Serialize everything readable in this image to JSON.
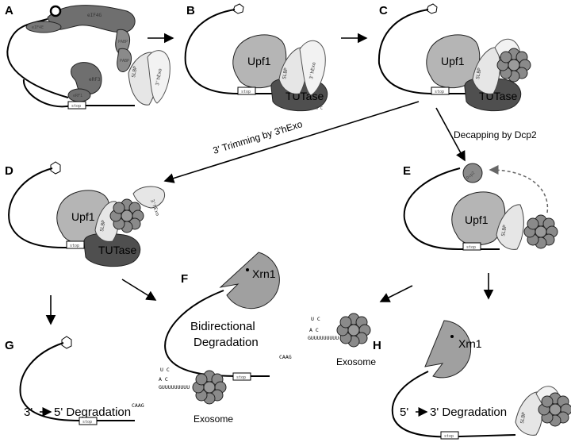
{
  "panels": {
    "A": "A",
    "B": "B",
    "C": "C",
    "D": "D",
    "E": "E",
    "F": "F",
    "G": "G",
    "H": "H"
  },
  "proteins": {
    "eif4g": "eIF4G",
    "eif4e": "eIF4E",
    "pab_a": "PABP",
    "pab_b": "PABP",
    "erf3": "eRF3",
    "erf1": "eRF1",
    "slbp": "SLBP",
    "hexo": "3'hExo",
    "upf1": "Upf1",
    "tutase": "TUTase",
    "dcp2": "Dcp2",
    "xrn1": "Xrn1",
    "exosome": "Exosome"
  },
  "codon": "stop",
  "seq": {
    "caag": "CAAG",
    "polyu": "GUUUUUUUUU",
    "loop": "U C",
    "stem": "A C"
  },
  "labels": {
    "decapping": "Decapping by Dcp2",
    "trimming": "3' Trimming by 3'hExo",
    "bidirectional_1": "Bidirectional",
    "bidirectional_2": "Degradation",
    "deg_3to5_a": "3'",
    "deg_3to5_b": "5' Degradation",
    "deg_5to3_a": "5'",
    "deg_5to3_b": "3' Degradation"
  }
}
